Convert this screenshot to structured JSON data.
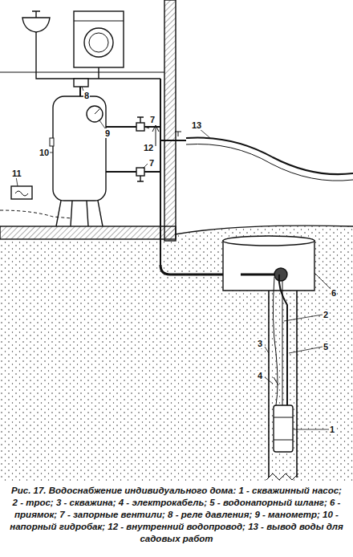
{
  "diagram": {
    "caption": "Рис. 17. Водоснабжение индивидуального дома: 1 - скважинный насос; 2 - трос; 3 - скважина; 4 - электрокабель; 5 - водонапорный шланг; 6 - приямок; 7 - запорные вентили; 8 - реле давления; 9 - манометр; 10 - напорный гидробак; 12 - внутренний водопровод; 13 - вывод воды для садовых работ",
    "labels": [
      "8",
      "9",
      "10",
      "7",
      "7",
      "11",
      "12",
      "13",
      "6",
      "2",
      "3",
      "5",
      "4",
      "1"
    ]
  }
}
